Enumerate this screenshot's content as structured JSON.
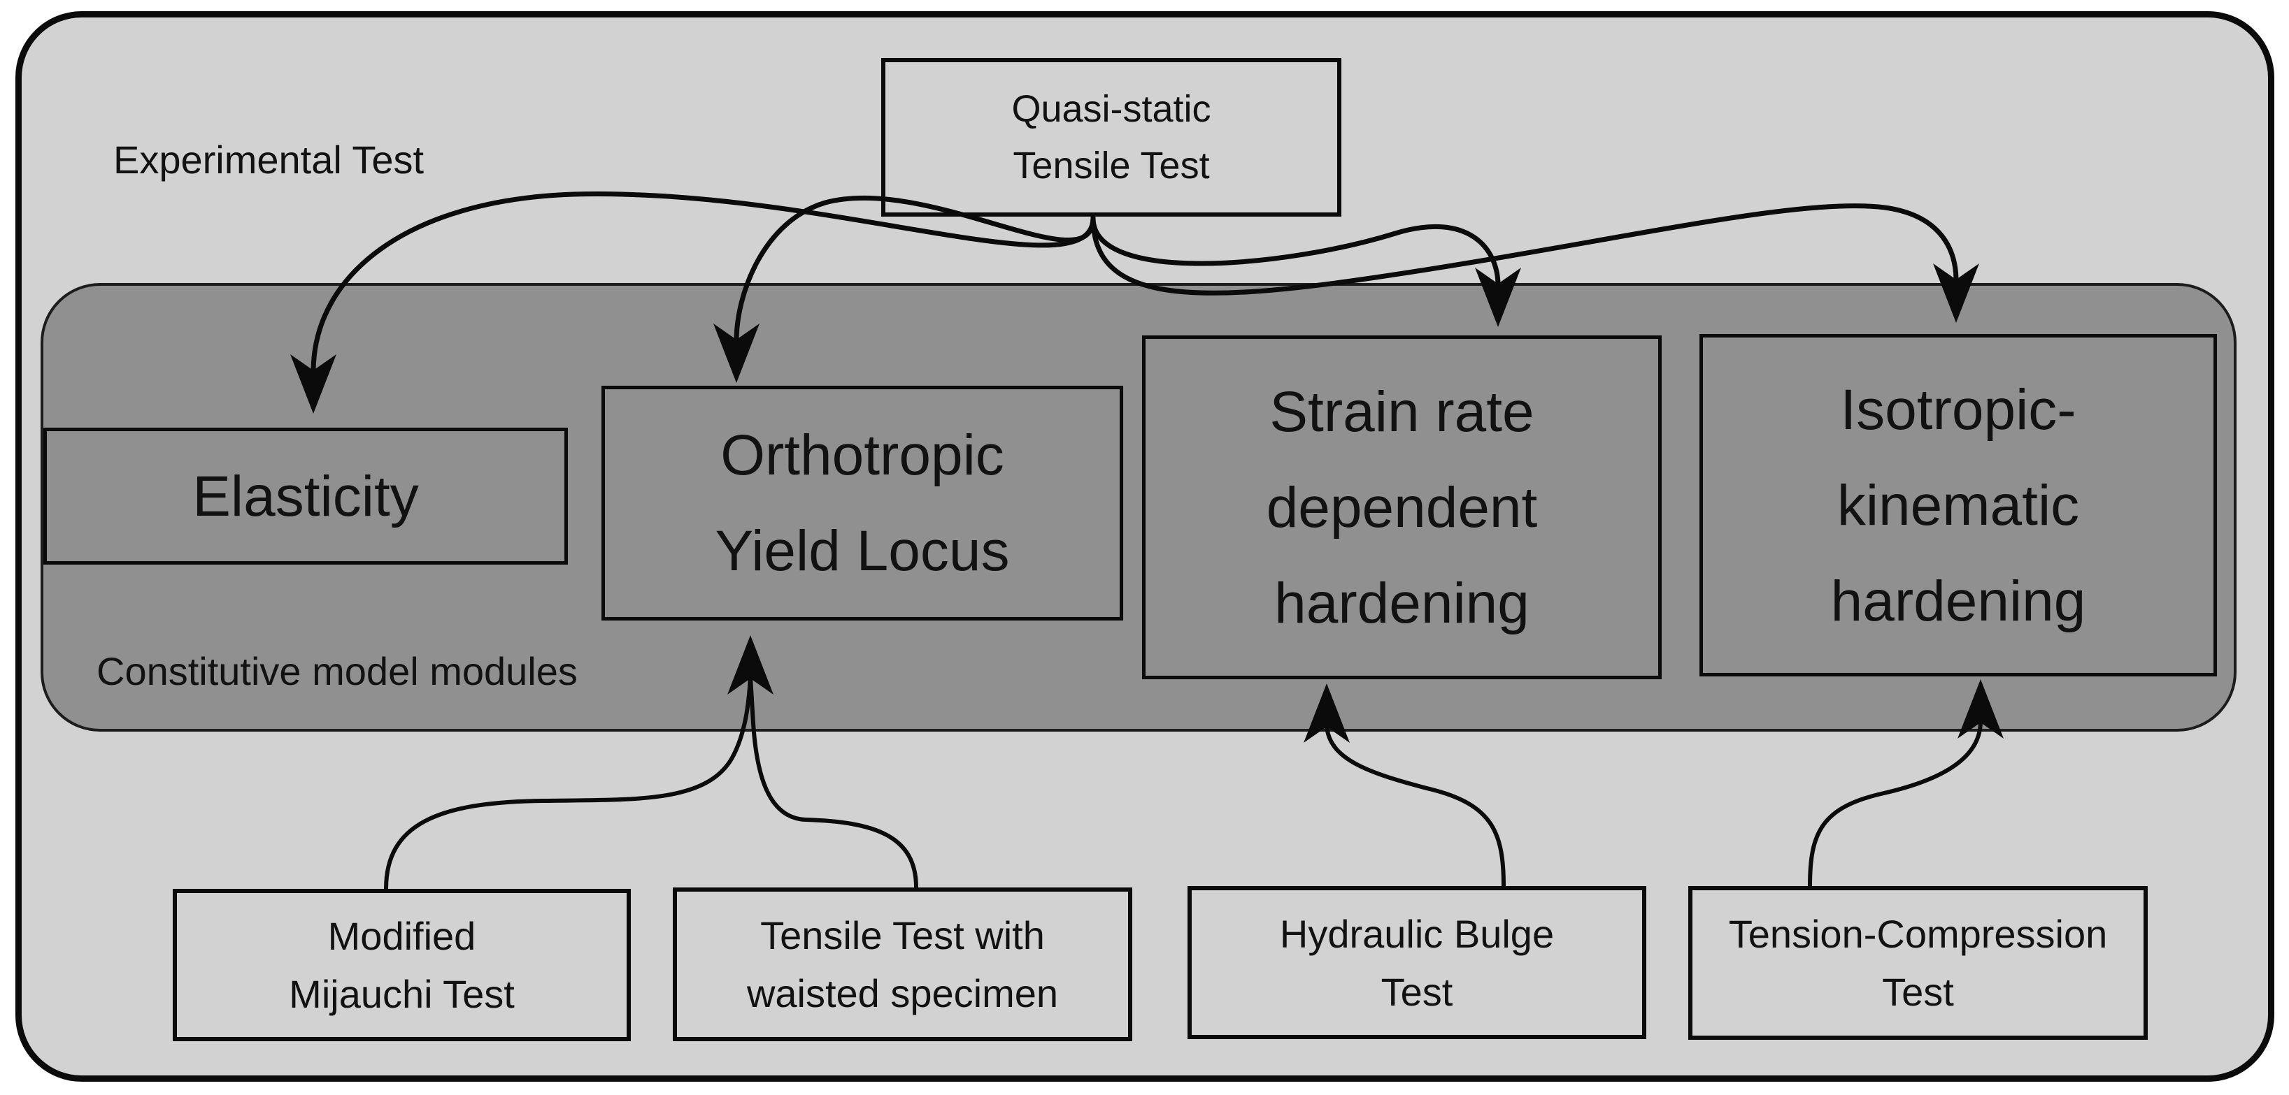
{
  "colors": {
    "outer_fill": "#d2d2d2",
    "inner_fill": "#909090",
    "line": "#0b0b0b",
    "text": "#121212",
    "page_bg": "#ffffff"
  },
  "labels": {
    "experimental": "Experimental Test",
    "constitutive": "Constitutive model modules"
  },
  "top_node": {
    "lines": [
      "Quasi-static",
      "Tensile Test"
    ]
  },
  "modules": {
    "elasticity": {
      "lines": [
        "Elasticity"
      ]
    },
    "orthotropic": {
      "lines": [
        "Orthotropic",
        "Yield Locus"
      ]
    },
    "strain_rate": {
      "lines": [
        "Strain rate",
        "dependent",
        "hardening"
      ]
    },
    "iso_kin": {
      "lines": [
        "Isotropic-",
        "kinematic",
        "hardening"
      ]
    }
  },
  "tests": {
    "mijauchi": {
      "lines": [
        "Modified",
        "Mijauchi Test"
      ]
    },
    "waisted": {
      "lines": [
        "Tensile Test with",
        "waisted specimen"
      ]
    },
    "bulge": {
      "lines": [
        "Hydraulic Bulge",
        "Test"
      ]
    },
    "tension_compression": {
      "lines": [
        "Tension-Compression",
        "Test"
      ]
    }
  },
  "edges": [
    {
      "from": "Quasi-static Tensile Test",
      "to": "Elasticity"
    },
    {
      "from": "Quasi-static Tensile Test",
      "to": "Orthotropic Yield Locus"
    },
    {
      "from": "Quasi-static Tensile Test",
      "to": "Strain rate dependent hardening"
    },
    {
      "from": "Quasi-static Tensile Test",
      "to": "Isotropic-kinematic hardening"
    },
    {
      "from": "Modified Mijauchi Test",
      "to": "Orthotropic Yield Locus"
    },
    {
      "from": "Tensile Test with waisted specimen",
      "to": "Orthotropic Yield Locus"
    },
    {
      "from": "Hydraulic Bulge Test",
      "to": "Strain rate dependent hardening"
    },
    {
      "from": "Tension-Compression Test",
      "to": "Isotropic-kinematic hardening"
    }
  ]
}
